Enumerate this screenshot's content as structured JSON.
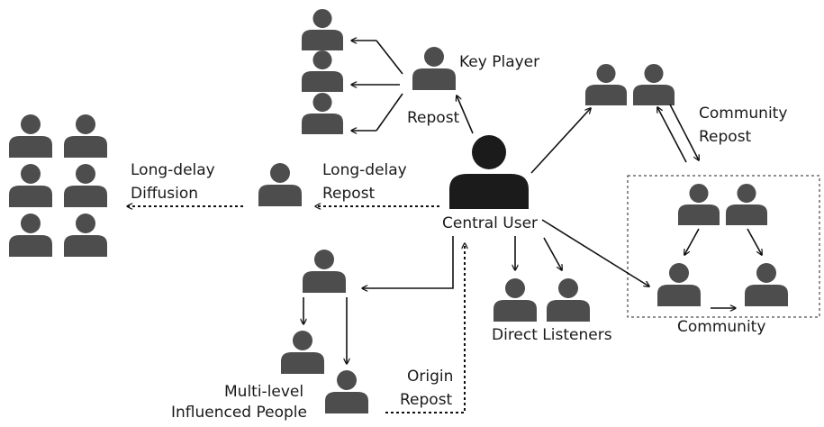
{
  "labels": {
    "key_player": "Key Player",
    "repost": "Repost",
    "community_repost_1": "Community",
    "community_repost_2": "Repost",
    "long_delay_diffusion_1": "Long-delay",
    "long_delay_diffusion_2": "Diffusion",
    "long_delay_repost_1": "Long-delay",
    "long_delay_repost_2": "Repost",
    "central_user": "Central User",
    "direct_listeners": "Direct Listeners",
    "community": "Community",
    "multi_level_1": "Multi-level",
    "multi_level_2": "Influenced People",
    "origin_repost_1": "Origin",
    "origin_repost_2": "Repost"
  },
  "icons": {
    "person": "person-icon",
    "central_person": "central-user-icon"
  },
  "colors": {
    "person": "#4d4d4d",
    "central_person": "#1b1b1b",
    "lines": "#111111"
  }
}
